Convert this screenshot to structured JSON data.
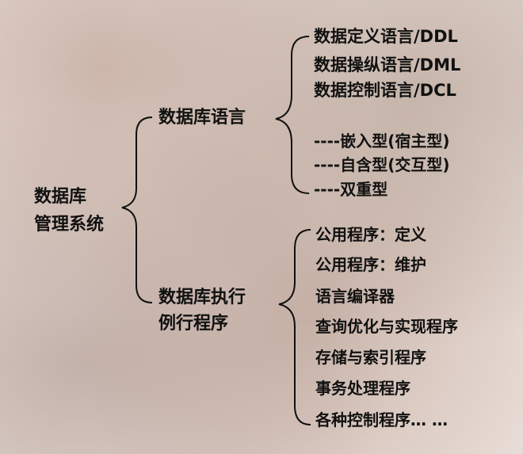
{
  "root": {
    "line1": "数据库",
    "line2": "管理系统"
  },
  "branch1": {
    "label": "数据库语言",
    "items": [
      "数据定义语言/DDL",
      "数据操纵语言/DML",
      "数据控制语言/DCL",
      "----嵌入型(宿主型)",
      "----自含型(交互型)",
      "----双重型"
    ]
  },
  "branch2": {
    "line1": "数据库执行",
    "line2": "例行程序",
    "items": [
      "公用程序：定义",
      "公用程序：维护",
      "语言编译器",
      "查询优化与实现程序",
      "存储与索引程序",
      "事务处理程序",
      "各种控制程序… …"
    ]
  }
}
